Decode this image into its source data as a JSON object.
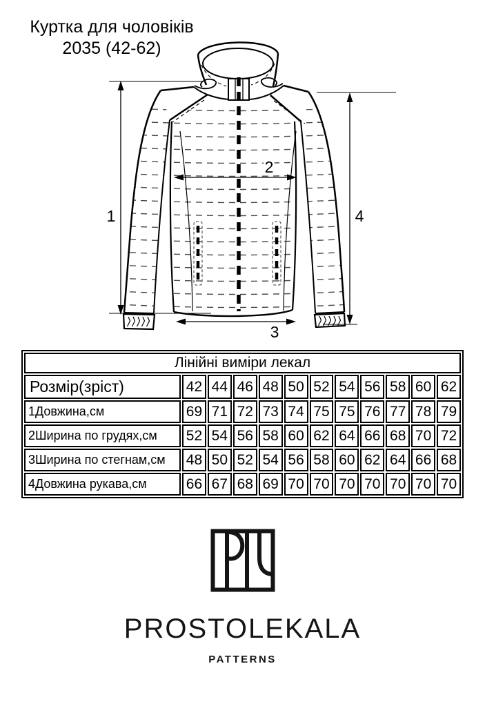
{
  "title": {
    "line1": "Куртка для чоловіків",
    "line2": "2035 (42-62)"
  },
  "diagram": {
    "labels": {
      "length": "1",
      "chest": "2",
      "hip": "3",
      "sleeve": "4"
    }
  },
  "table": {
    "title": "Лінійні виміри лекал",
    "size_row": {
      "label": "Розмір(зріст)",
      "values": [
        "42",
        "44",
        "46",
        "48",
        "50",
        "52",
        "54",
        "56",
        "58",
        "60",
        "62"
      ]
    },
    "rows": [
      {
        "label": "1Довжина,см",
        "values": [
          "69",
          "71",
          "72",
          "73",
          "74",
          "75",
          "75",
          "76",
          "77",
          "78",
          "79"
        ]
      },
      {
        "label": "2Ширина по грудях,см",
        "values": [
          "52",
          "54",
          "56",
          "58",
          "60",
          "62",
          "64",
          "66",
          "68",
          "70",
          "72"
        ]
      },
      {
        "label": "3Ширина по стегнам,см",
        "values": [
          "48",
          "50",
          "52",
          "54",
          "56",
          "58",
          "60",
          "62",
          "64",
          "66",
          "68"
        ]
      },
      {
        "label": "4Довжина рукава,см",
        "values": [
          "66",
          "67",
          "68",
          "69",
          "70",
          "70",
          "70",
          "70",
          "70",
          "70",
          "70"
        ]
      }
    ]
  },
  "brand": {
    "name": "PROSTOLEKALA",
    "subtitle": "PATTERNS"
  },
  "colors": {
    "line": "#000000",
    "quilt": "#4a4a4a",
    "background": "#ffffff"
  }
}
